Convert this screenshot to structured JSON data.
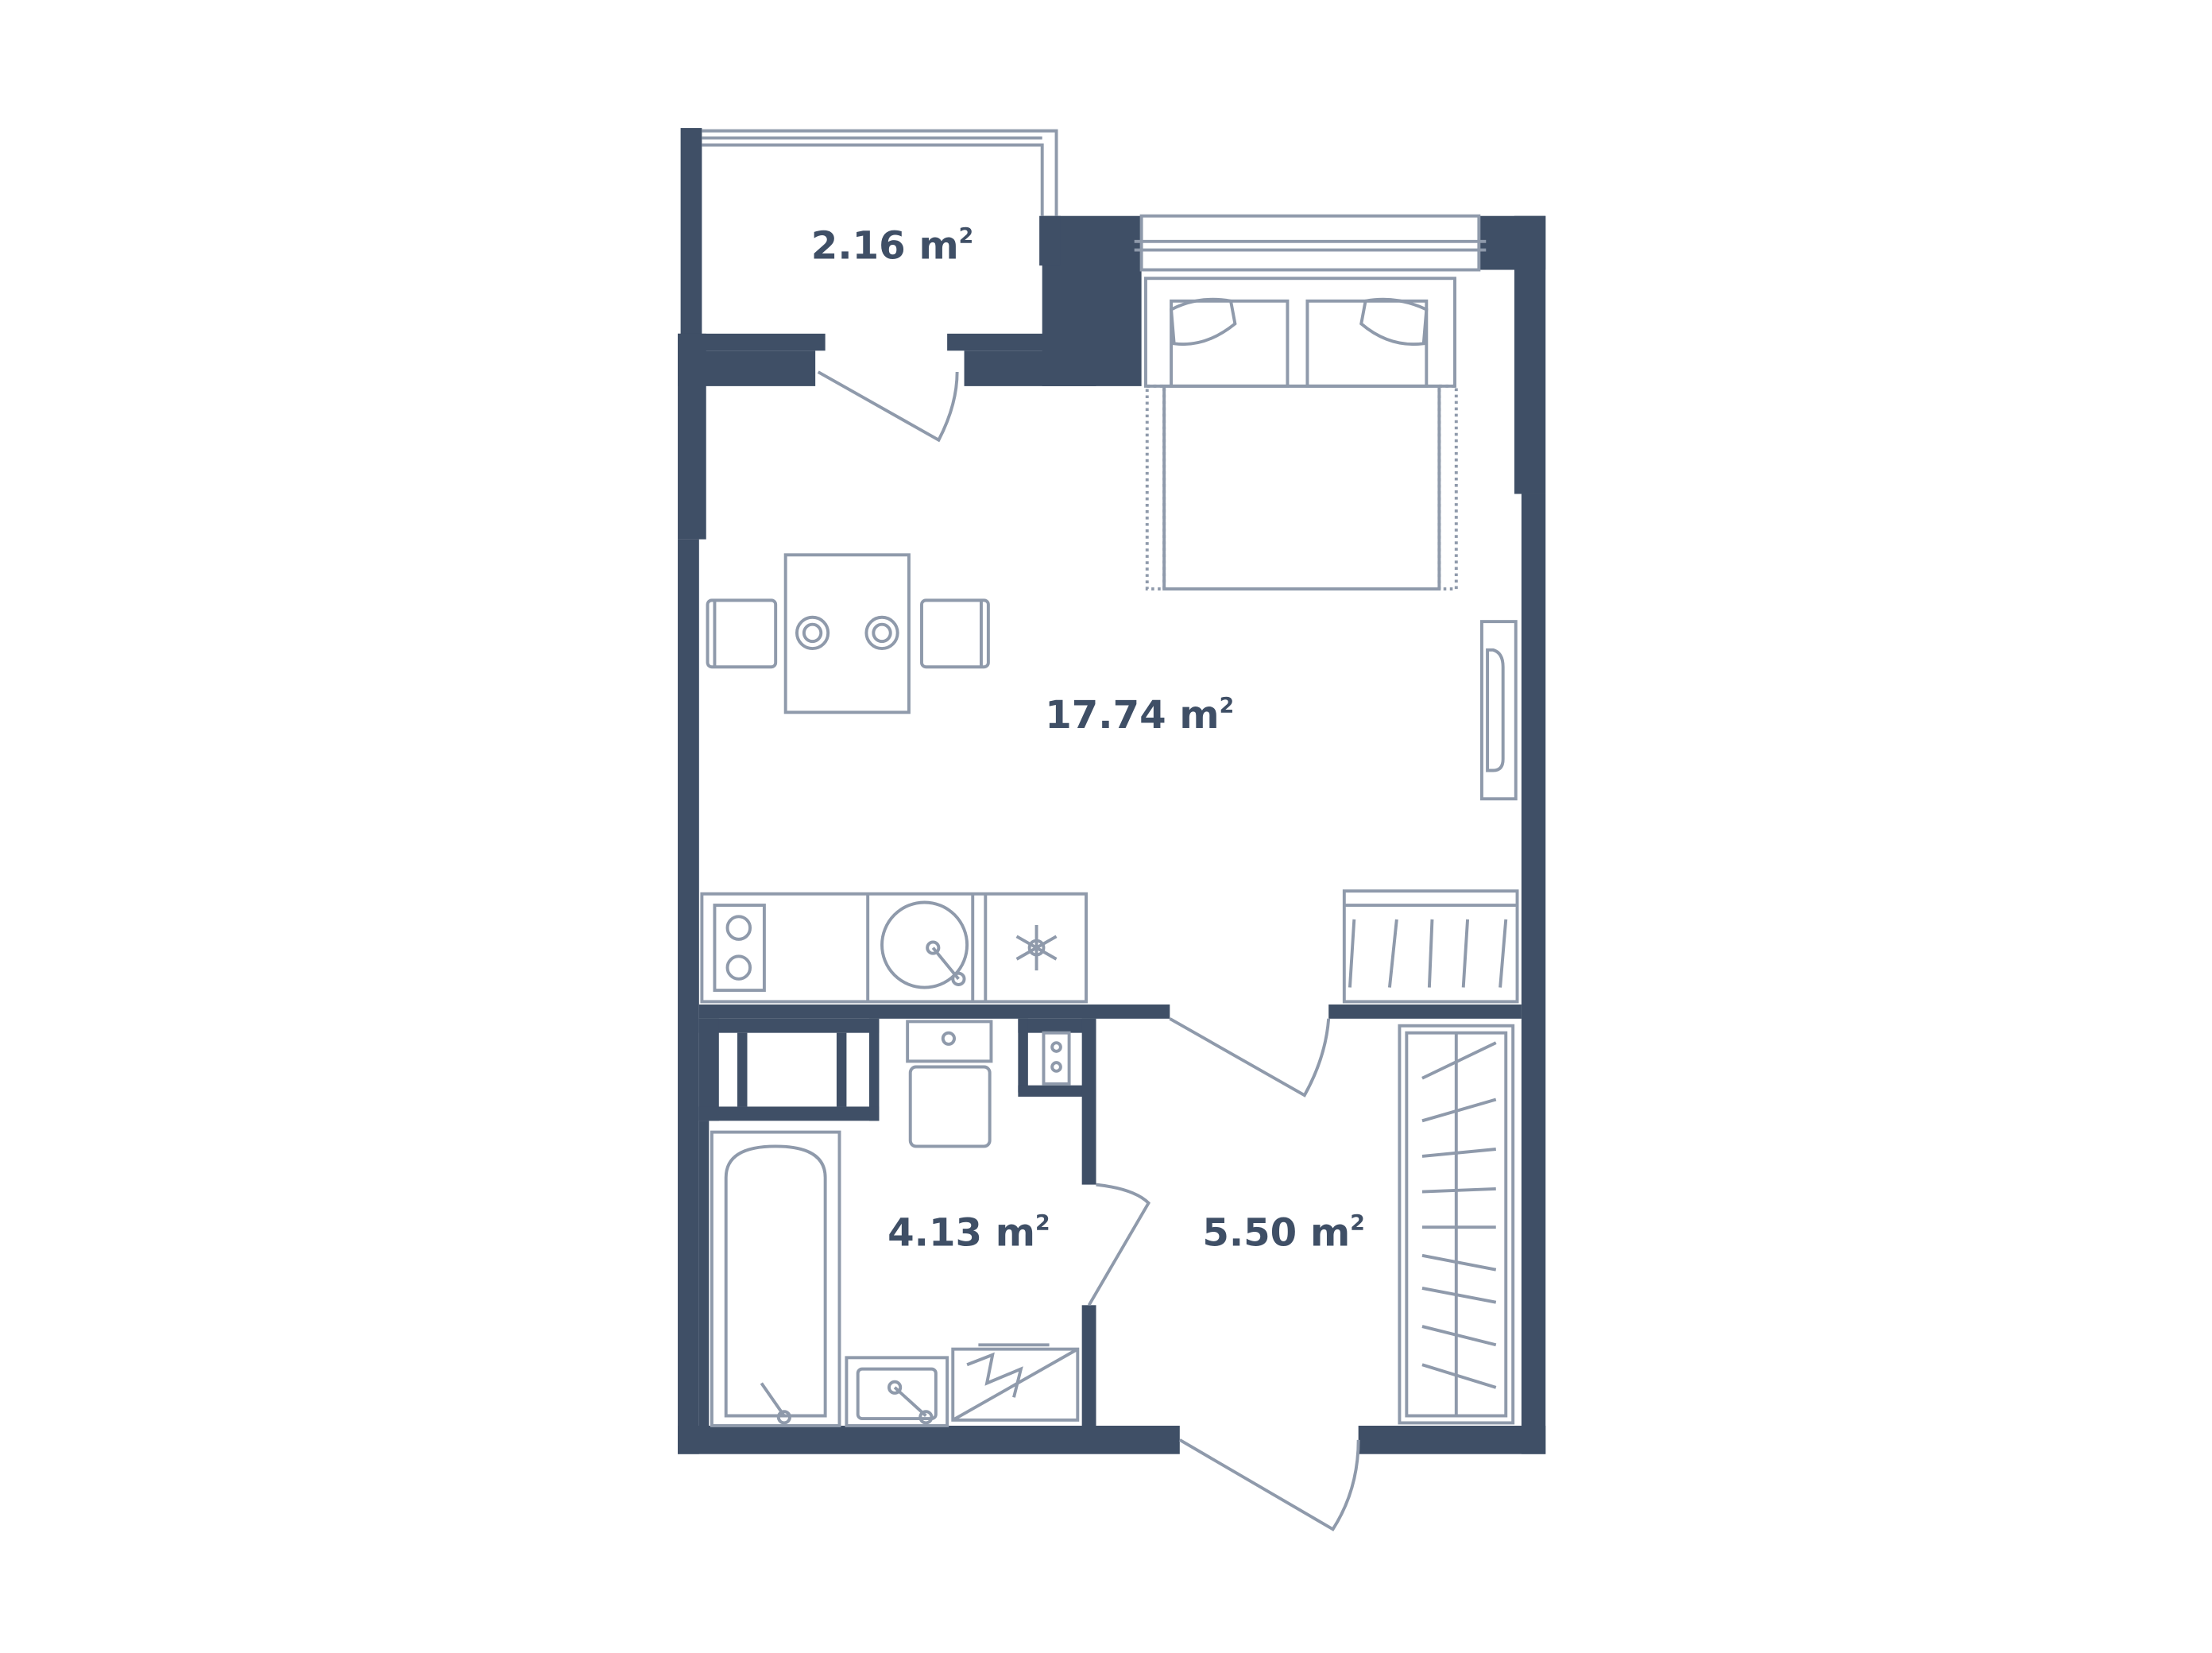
{
  "plan": {
    "colors": {
      "wall": "#3f4f66",
      "furniture": "#8f9aab",
      "background": "#ffffff"
    },
    "rooms": [
      {
        "name": "balcony",
        "area": "2.16",
        "unit": "m",
        "sup": "2"
      },
      {
        "name": "living-room",
        "area": "17.74",
        "unit": "m",
        "sup": "2"
      },
      {
        "name": "bathroom",
        "area": "4.13",
        "unit": "m",
        "sup": "2"
      },
      {
        "name": "hallway",
        "area": "5.50",
        "unit": "m",
        "sup": "2"
      }
    ]
  }
}
